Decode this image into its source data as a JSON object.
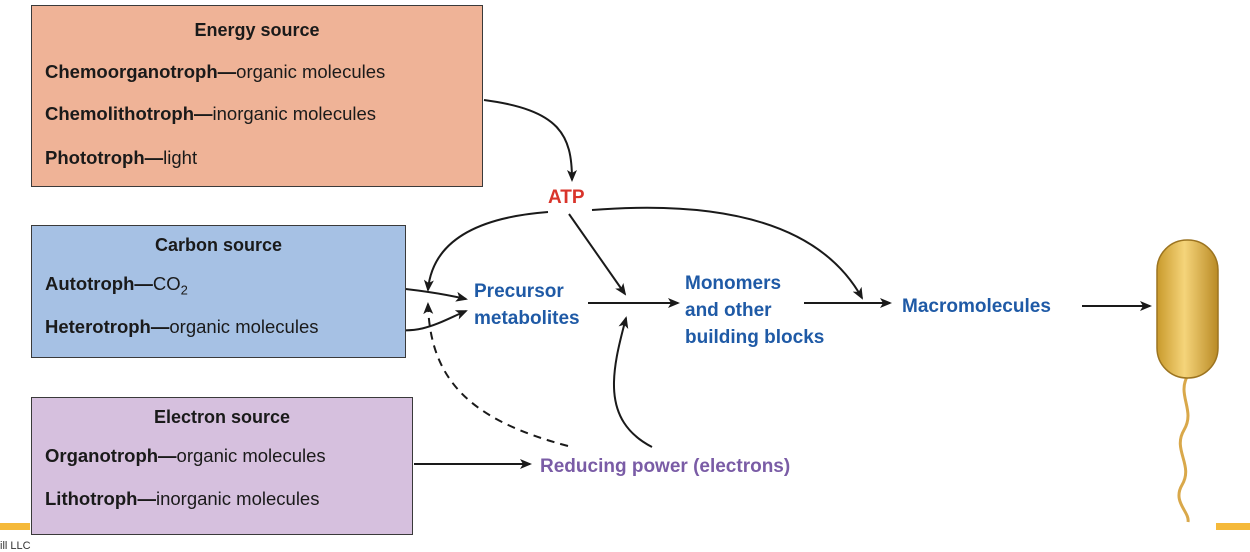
{
  "energy_box": {
    "title": "Energy source",
    "rows": [
      {
        "term": "Chemoorganotroph",
        "sep": "—",
        "desc": "organic molecules"
      },
      {
        "term": "Chemolithotroph",
        "sep": "—",
        "desc": "inorganic molecules"
      },
      {
        "term": "Phototroph",
        "sep": "—",
        "desc": "light"
      }
    ]
  },
  "carbon_box": {
    "title": "Carbon source",
    "rows": [
      {
        "term": "Autotroph",
        "sep": "—",
        "desc": "CO",
        "sub": "2"
      },
      {
        "term": "Heterotroph",
        "sep": "—",
        "desc": "organic molecules"
      }
    ]
  },
  "electron_box": {
    "title": "Electron source",
    "rows": [
      {
        "term": "Organotroph",
        "sep": "—",
        "desc": "organic molecules"
      },
      {
        "term": "Lithotroph",
        "sep": "—",
        "desc": "inorganic molecules"
      }
    ]
  },
  "nodes": {
    "atp": "ATP",
    "precursor_line1": "Precursor",
    "precursor_line2": "metabolites",
    "monomers_line1": "Monomers",
    "monomers_line2": "and other",
    "monomers_line3": "building blocks",
    "macromolecules": "Macromolecules",
    "reducing_power": "Reducing power (electrons)"
  },
  "footer": "ill LLC",
  "colors": {
    "energy_fill": "#efb397",
    "carbon_fill": "#a6c1e4",
    "electron_fill": "#d6c0de",
    "blue_text": "#1f5aa6",
    "atp_red": "#d9342b",
    "reducing_purple": "#7a5ca6",
    "accent_bar": "#f5b93a"
  }
}
